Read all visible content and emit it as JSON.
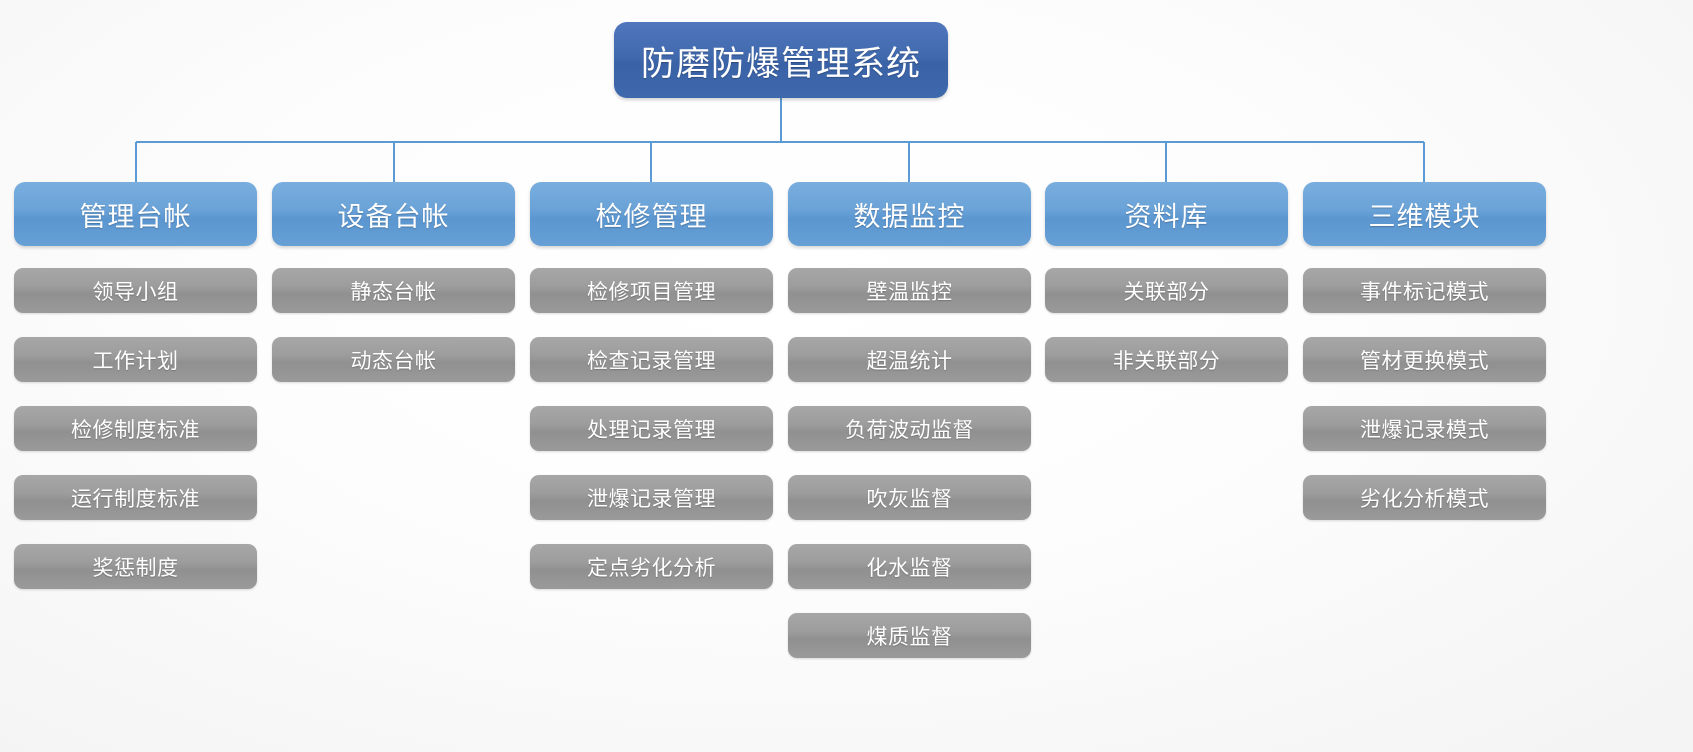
{
  "diagram": {
    "title": "防磨防爆管理系统",
    "root": {
      "label": "防磨防爆管理系统"
    },
    "columns": [
      {
        "id": "guanli-taizhang",
        "label": "管理台帐",
        "items": [
          {
            "label": "领导小组"
          },
          {
            "label": "工作计划"
          },
          {
            "label": "检修制度标准"
          },
          {
            "label": "运行制度标准"
          },
          {
            "label": "奖惩制度"
          }
        ]
      },
      {
        "id": "shebei-taizhang",
        "label": "设备台帐",
        "items": [
          {
            "label": "静态台帐"
          },
          {
            "label": "动态台帐"
          }
        ]
      },
      {
        "id": "jianxiu-guanli",
        "label": "检修管理",
        "items": [
          {
            "label": "检修项目管理"
          },
          {
            "label": "检查记录管理"
          },
          {
            "label": "处理记录管理"
          },
          {
            "label": "泄爆记录管理"
          },
          {
            "label": "定点劣化分析"
          }
        ]
      },
      {
        "id": "shuju-jiankong",
        "label": "数据监控",
        "items": [
          {
            "label": "壁温监控"
          },
          {
            "label": "超温统计"
          },
          {
            "label": "负荷波动监督"
          },
          {
            "label": "吹灰监督"
          },
          {
            "label": "化水监督"
          },
          {
            "label": "煤质监督"
          }
        ]
      },
      {
        "id": "ziliaoku",
        "label": "资料库",
        "items": [
          {
            "label": "关联部分"
          },
          {
            "label": "非关联部分"
          }
        ]
      },
      {
        "id": "sanwei-mokuai",
        "label": "三维模块",
        "items": [
          {
            "label": "事件标记模式"
          },
          {
            "label": "管材更换模式"
          },
          {
            "label": "泄爆记录模式"
          },
          {
            "label": "劣化分析模式"
          }
        ]
      }
    ],
    "colors": {
      "root_fill": "#416aae",
      "branch_fill": "#6ba3d8",
      "leaf_fill": "#9a9a9a",
      "connector": "#5b9bd5",
      "text": "#ffffff",
      "background": "#fafafa"
    }
  }
}
